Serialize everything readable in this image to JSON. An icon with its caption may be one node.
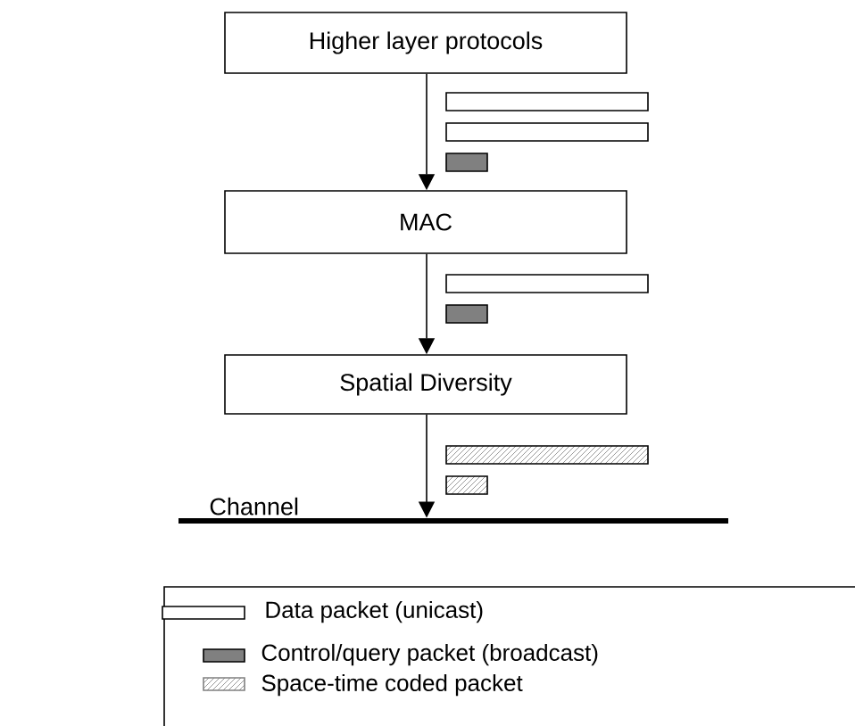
{
  "diagram": {
    "nodes": [
      {
        "text": [
          "Higher layer protocols"
        ]
      },
      {
        "text": [
          "MAC"
        ]
      },
      {
        "text": [
          "Spatial Diversity"
        ]
      },
      {
        "text": [
          "Channel"
        ]
      }
    ],
    "edges": [
      {
        "from": 0,
        "to": 1,
        "arrow": "to"
      },
      {
        "from": 1,
        "to": 2,
        "arrow": "to"
      },
      {
        "from": 2,
        "to": 3,
        "arrow": "to"
      }
    ],
    "legend": [
      {
        "text": "Data packet (unicast)"
      },
      {
        "text": "Control/query packet (broadcast)",
        "color": "#808080"
      },
      {
        "text": "Space-time coded packet"
      }
    ]
  }
}
